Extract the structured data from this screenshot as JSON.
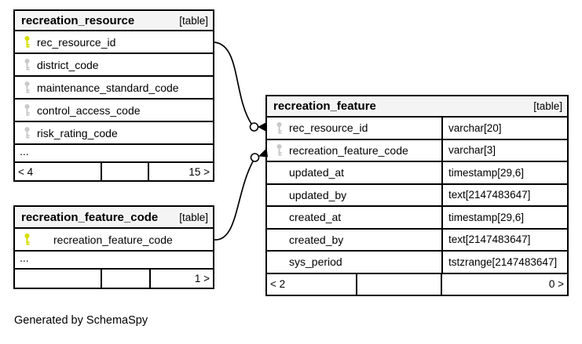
{
  "footer_note": "Generated by SchemaSpy",
  "colors": {
    "primary_key_icon": "#d6dd00",
    "other_key_icon": "#c9c9c9",
    "header_bg": "#f4f4f4"
  },
  "tables": [
    {
      "title": "recreation_resource",
      "tag": "[table]",
      "rows": [
        {
          "name": "rec_resource_id",
          "key": "primary"
        },
        {
          "name": "district_code",
          "key": "other"
        },
        {
          "name": "maintenance_standard_code",
          "key": "other"
        },
        {
          "name": "control_access_code",
          "key": "other"
        },
        {
          "name": "risk_rating_code",
          "key": "other"
        }
      ],
      "ellipsis": "...",
      "pager": {
        "left": "< 4",
        "middle": "",
        "right": "15 >"
      }
    },
    {
      "title": "recreation_feature_code",
      "tag": "[table]",
      "rows": [
        {
          "name": "recreation_feature_code",
          "key": "primary"
        }
      ],
      "ellipsis": "...",
      "pager": {
        "left": "",
        "middle": "",
        "right": "1 >"
      }
    },
    {
      "title": "recreation_feature",
      "tag": "[table]",
      "rows": [
        {
          "name": "rec_resource_id",
          "type": "varchar[20]",
          "key": "other"
        },
        {
          "name": "recreation_feature_code",
          "type": "varchar[3]",
          "key": "other"
        },
        {
          "name": "updated_at",
          "type": "timestamp[29,6]",
          "key": "none"
        },
        {
          "name": "updated_by",
          "type": "text[2147483647]",
          "key": "none"
        },
        {
          "name": "created_at",
          "type": "timestamp[29,6]",
          "key": "none"
        },
        {
          "name": "created_by",
          "type": "text[2147483647]",
          "key": "none"
        },
        {
          "name": "sys_period",
          "type": "tstzrange[2147483647]",
          "key": "none"
        }
      ],
      "pager": {
        "left": "< 2",
        "middle": "",
        "right": "0 >"
      }
    }
  ]
}
